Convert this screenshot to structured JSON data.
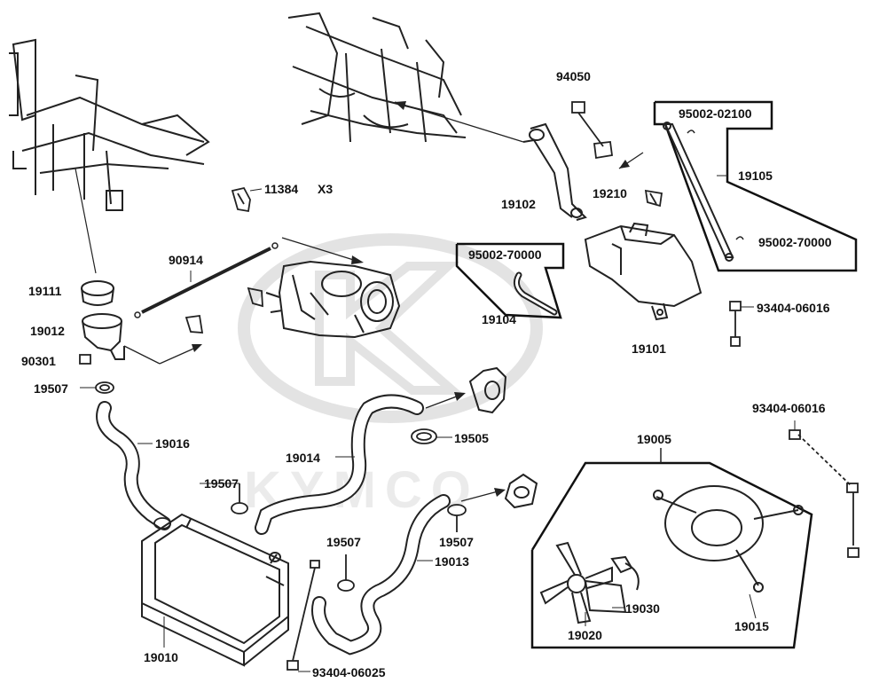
{
  "watermark": {
    "brand_text": "KYMCO"
  },
  "parts": {
    "p94050": "94050",
    "p95002_02100": "95002-02100",
    "p19105": "19105",
    "p11384": "11384",
    "x3": "X3",
    "p19210": "19210",
    "p19102": "19102",
    "p95002_70000_a": "95002-70000",
    "p95002_70000_b": "95002-70000",
    "p90914": "90914",
    "p19111": "19111",
    "p19104": "19104",
    "p93404_06016_a": "93404-06016",
    "p19012": "19012",
    "p19101": "19101",
    "p90301": "90301",
    "p19507_a": "19507",
    "p93404_06016_b": "93404-06016",
    "p19505": "19505",
    "p19016": "19016",
    "p19005": "19005",
    "p19014": "19014",
    "p19507_b": "19507",
    "p19507_c": "19507",
    "p19507_d": "19507",
    "p19013": "19013",
    "p19030": "19030",
    "p19020": "19020",
    "p19015": "19015",
    "p19010": "19010",
    "p93404_06025": "93404-06025"
  }
}
